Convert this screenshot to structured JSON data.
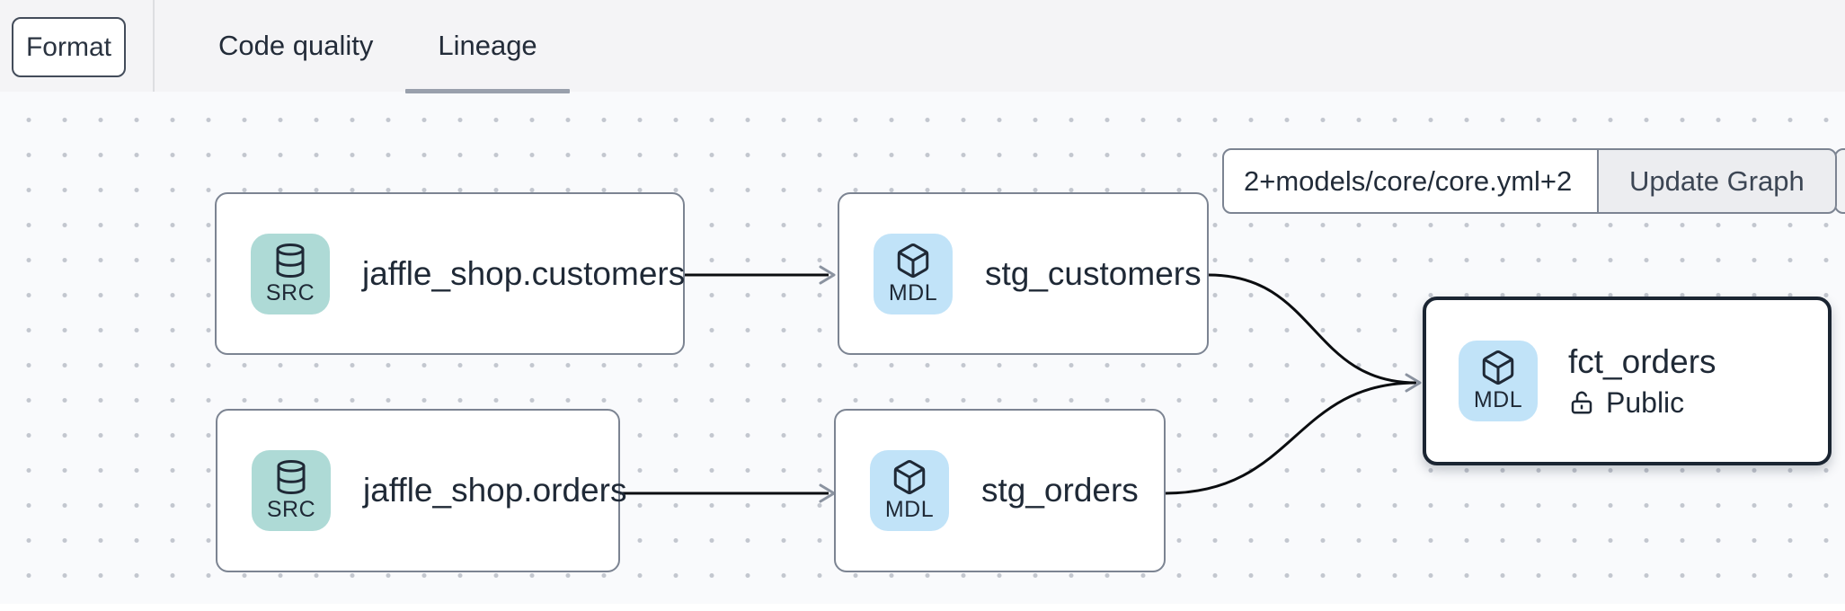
{
  "toolbar": {
    "format_label": "Format"
  },
  "tabs": {
    "code_quality": {
      "label": "Code quality",
      "active": false
    },
    "lineage": {
      "label": "Lineage",
      "active": true
    }
  },
  "lineage_controls": {
    "selector_value": "2+models/core/core.yml+2",
    "update_button_label": "Update Graph"
  },
  "graph": {
    "nodes": [
      {
        "id": "jaffle_shop.customers",
        "label": "jaffle_shop.customers",
        "type": "SRC",
        "icon": "database-icon",
        "selected": false
      },
      {
        "id": "stg_customers",
        "label": "stg_customers",
        "type": "MDL",
        "icon": "cube-icon",
        "selected": false
      },
      {
        "id": "jaffle_shop.orders",
        "label": "jaffle_shop.orders",
        "type": "SRC",
        "icon": "database-icon",
        "selected": false
      },
      {
        "id": "stg_orders",
        "label": "stg_orders",
        "type": "MDL",
        "icon": "cube-icon",
        "selected": false
      },
      {
        "id": "fct_orders",
        "label": "fct_orders",
        "type": "MDL",
        "icon": "cube-icon",
        "access_label": "Public",
        "access_icon": "unlock-icon",
        "selected": true
      }
    ],
    "edges": [
      {
        "from": "jaffle_shop.customers",
        "to": "stg_customers"
      },
      {
        "from": "jaffle_shop.orders",
        "to": "stg_orders"
      },
      {
        "from": "stg_customers",
        "to": "fct_orders"
      },
      {
        "from": "stg_orders",
        "to": "fct_orders"
      }
    ]
  },
  "colors": {
    "topbar_bg": "#f4f4f6",
    "canvas_bg": "#f9fafc",
    "grid_dot": "#c3c7cf",
    "node_border": "#7c8492",
    "selected_node_border": "#1b2532",
    "source_badge_bg": "#aedad6",
    "model_badge_bg": "#c1e3f8",
    "edge_stroke": "#0b0d10",
    "arrowhead": "#8b93a0",
    "text_dark": "#1f2936",
    "tab_underline": "#99a0ac",
    "button_bg": "#ecedf0"
  }
}
